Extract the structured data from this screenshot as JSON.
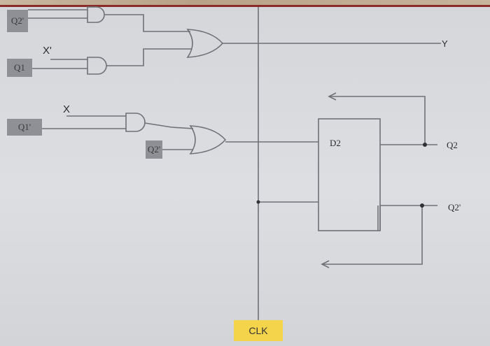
{
  "labels": {
    "q2_bar_top": "Q2'",
    "x_bar": "X'",
    "q1_top": "Q1",
    "x_mid": "X",
    "q1_bar": "Q1'",
    "q2_bar_mid": "Q2'",
    "y_out": "Y",
    "d2": "D2",
    "q2_out": "Q2",
    "q2_bar_out": "Q2'",
    "clk": "CLK"
  },
  "colors": {
    "wire": "#6f7177",
    "shade_tag": "#8e9095",
    "clk_highlight": "#f3d44a",
    "frame_accent": "#8a2b28"
  }
}
